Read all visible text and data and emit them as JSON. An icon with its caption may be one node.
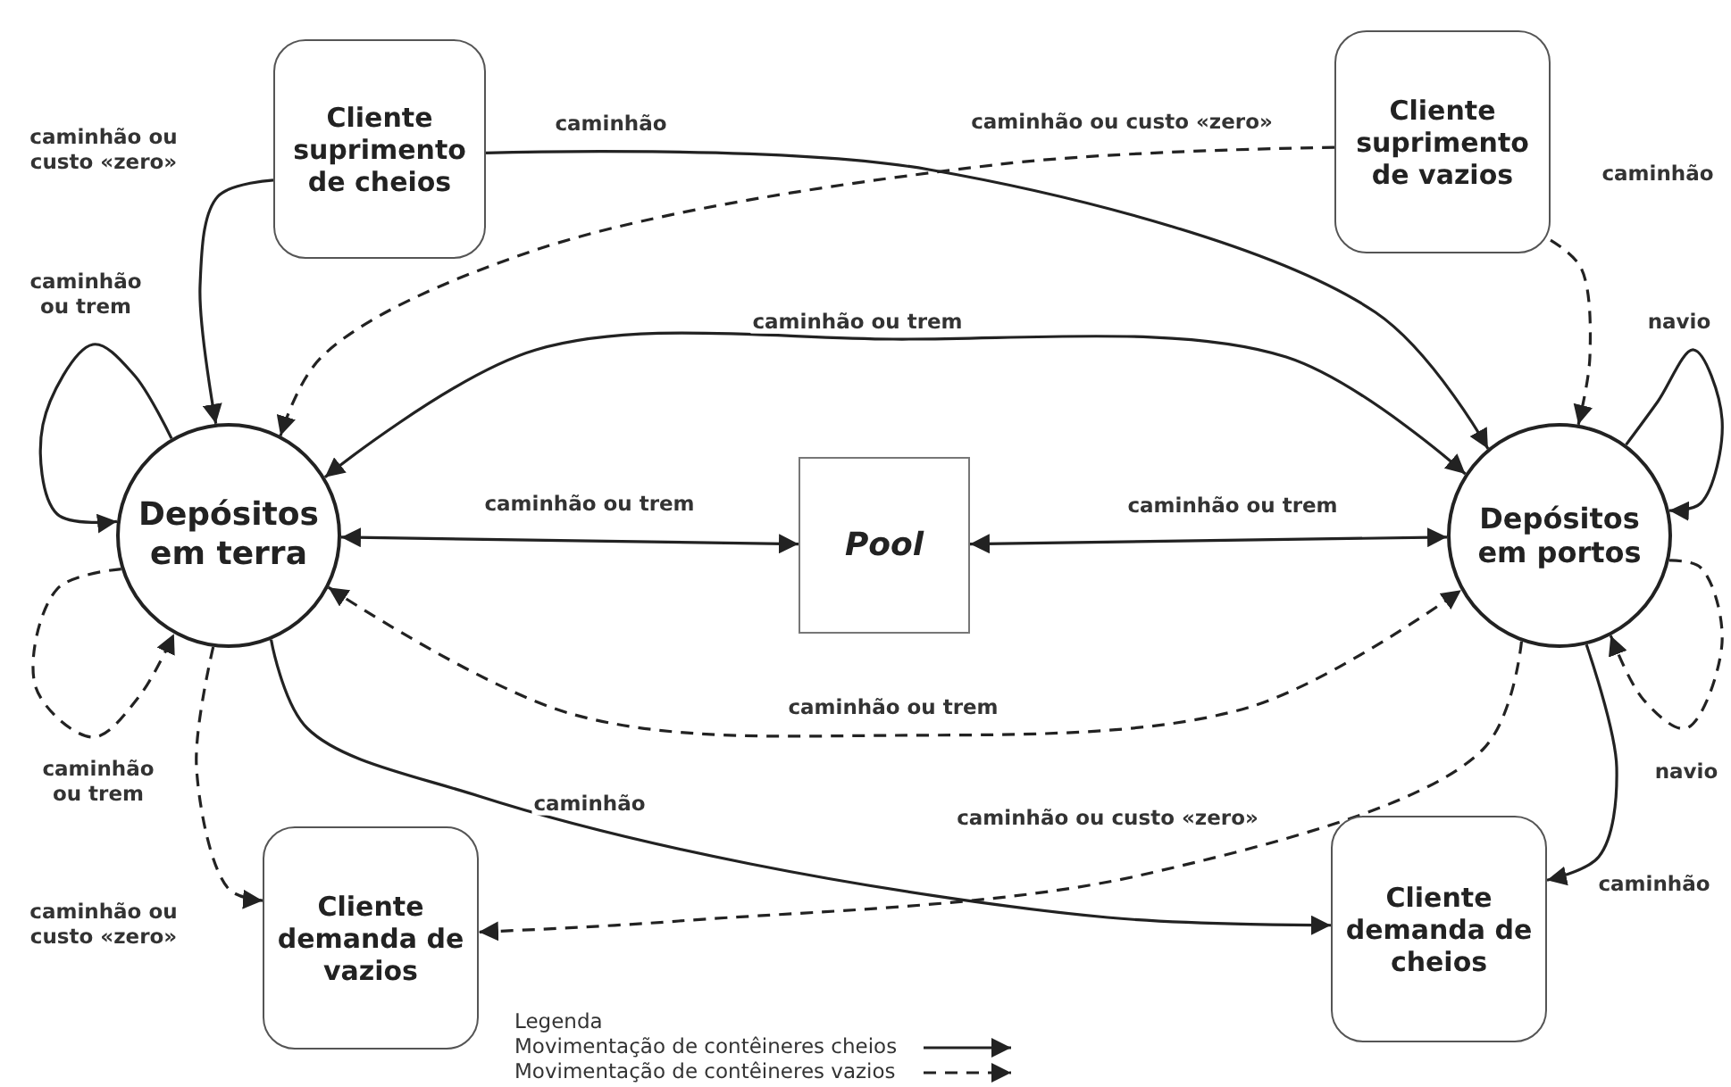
{
  "diagram": {
    "nodes": [
      {
        "text": [
          "Cliente suprimento de cheios"
        ]
      },
      {
        "text": [
          "Cliente suprimento de vazios"
        ]
      },
      {
        "text": [
          "Depósitos em terra"
        ]
      },
      {
        "text": [
          "Pool"
        ]
      },
      {
        "text": [
          "Depósitos em portos"
        ]
      },
      {
        "text": [
          "Cliente demanda de vazios"
        ]
      },
      {
        "text": [
          "Cliente demanda de cheios"
        ]
      }
    ],
    "edges": [
      {
        "from": 0,
        "to": 2,
        "arrow": "to",
        "label": "caminhão ou custo «zero»"
      },
      {
        "from": 0,
        "to": 4,
        "arrow": "to",
        "label": "caminhão"
      },
      {
        "from": 1,
        "to": 2,
        "arrow": "to",
        "label": "caminhão ou custo «zero»",
        "style": "dashed"
      },
      {
        "from": 1,
        "to": 4,
        "arrow": "to",
        "label": "caminhão",
        "style": "dashed"
      },
      {
        "from": 2,
        "to": 4,
        "arrow": "both",
        "label": "caminhão ou trem"
      },
      {
        "from": 2,
        "to": 2,
        "arrow": "to",
        "label": "caminhão ou trem"
      },
      {
        "from": 2,
        "to": 2,
        "arrow": "to",
        "label": "caminhão ou trem",
        "style": "dashed"
      },
      {
        "from": 2,
        "to": 3,
        "arrow": "both",
        "label": "caminhão ou trem"
      },
      {
        "from": 3,
        "to": 4,
        "arrow": "both",
        "label": "caminhão ou trem"
      },
      {
        "from": 2,
        "to": 4,
        "arrow": "both",
        "label": "caminhão ou trem",
        "style": "dashed"
      },
      {
        "from": 4,
        "to": 4,
        "arrow": "to",
        "label": "navio"
      },
      {
        "from": 4,
        "to": 4,
        "arrow": "to",
        "label": "navio",
        "style": "dashed"
      },
      {
        "from": 2,
        "to": 5,
        "arrow": "to",
        "label": "caminhão ou custo «zero»",
        "style": "dashed"
      },
      {
        "from": 2,
        "to": 6,
        "arrow": "to",
        "label": "caminhão"
      },
      {
        "from": 4,
        "to": 5,
        "arrow": "to",
        "label": "caminhão ou custo «zero»",
        "style": "dashed"
      },
      {
        "from": 4,
        "to": 6,
        "arrow": "to",
        "label": "caminhão"
      }
    ],
    "labels": [
      "Legenda"
    ],
    "legend": [
      {
        "text": "Movimentação de contêineres cheios"
      },
      {
        "text": "Movimentação de contêineres vazios"
      }
    ]
  }
}
